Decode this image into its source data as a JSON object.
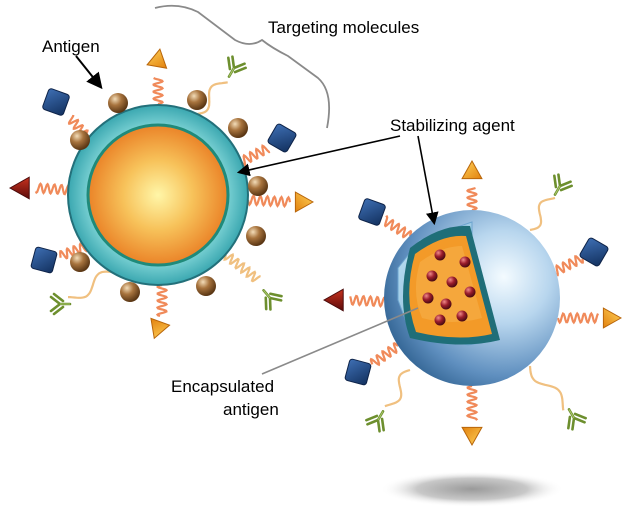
{
  "labels": {
    "antigen": "Antigen",
    "targeting_molecules": "Targeting molecules",
    "stabilizing_agent": "Stabilizing agent",
    "encapsulated_line1": "Encapsulated",
    "encapsulated_line2": "antigen"
  },
  "colors": {
    "shell_teal": "#5fc1c6",
    "shell_rim": "#1f6e78",
    "core_orange": "#f39a28",
    "core_yellow": "#fff6a8",
    "sphere_blue": "#8ab9dc",
    "sphere_dark": "#2d5f8e",
    "antigen_bead": "#8a5a2b",
    "encapsulated_bead": "#8b1c2c",
    "cube_blue": "#1b3f7a",
    "triangle_orange": "#f7a21b",
    "triangle_red": "#a41f24",
    "antibody_green": "#6d8f2e",
    "linker_orange": "#f08a5a",
    "linker_tan": "#f0c080"
  }
}
